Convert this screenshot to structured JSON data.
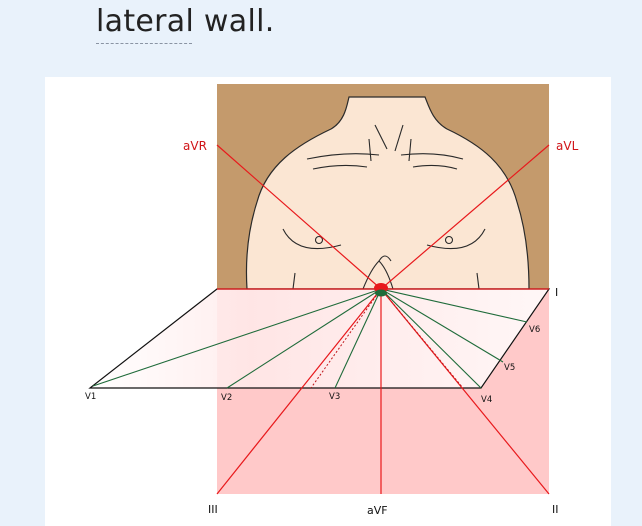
{
  "heading": "lateral wall.",
  "diagram": {
    "labels": {
      "avr": "aVR",
      "avl": "aVL",
      "lead_i": "I",
      "lead_ii": "II",
      "lead_iii": "III",
      "avf": "aVF",
      "v1": "V1",
      "v2": "V2",
      "v3": "V3",
      "v4": "V4",
      "v5": "V5",
      "v6": "V6"
    },
    "colors": {
      "skin_bg": "#c49a6c",
      "skin": "#fbe6d3",
      "frontal_plane": "#ffd6d6",
      "limb_leads": "#e8191c",
      "precordial_leads": "#1f6b3a",
      "heart_red": "#e8191c",
      "heart_green": "#1f6b3a"
    }
  }
}
